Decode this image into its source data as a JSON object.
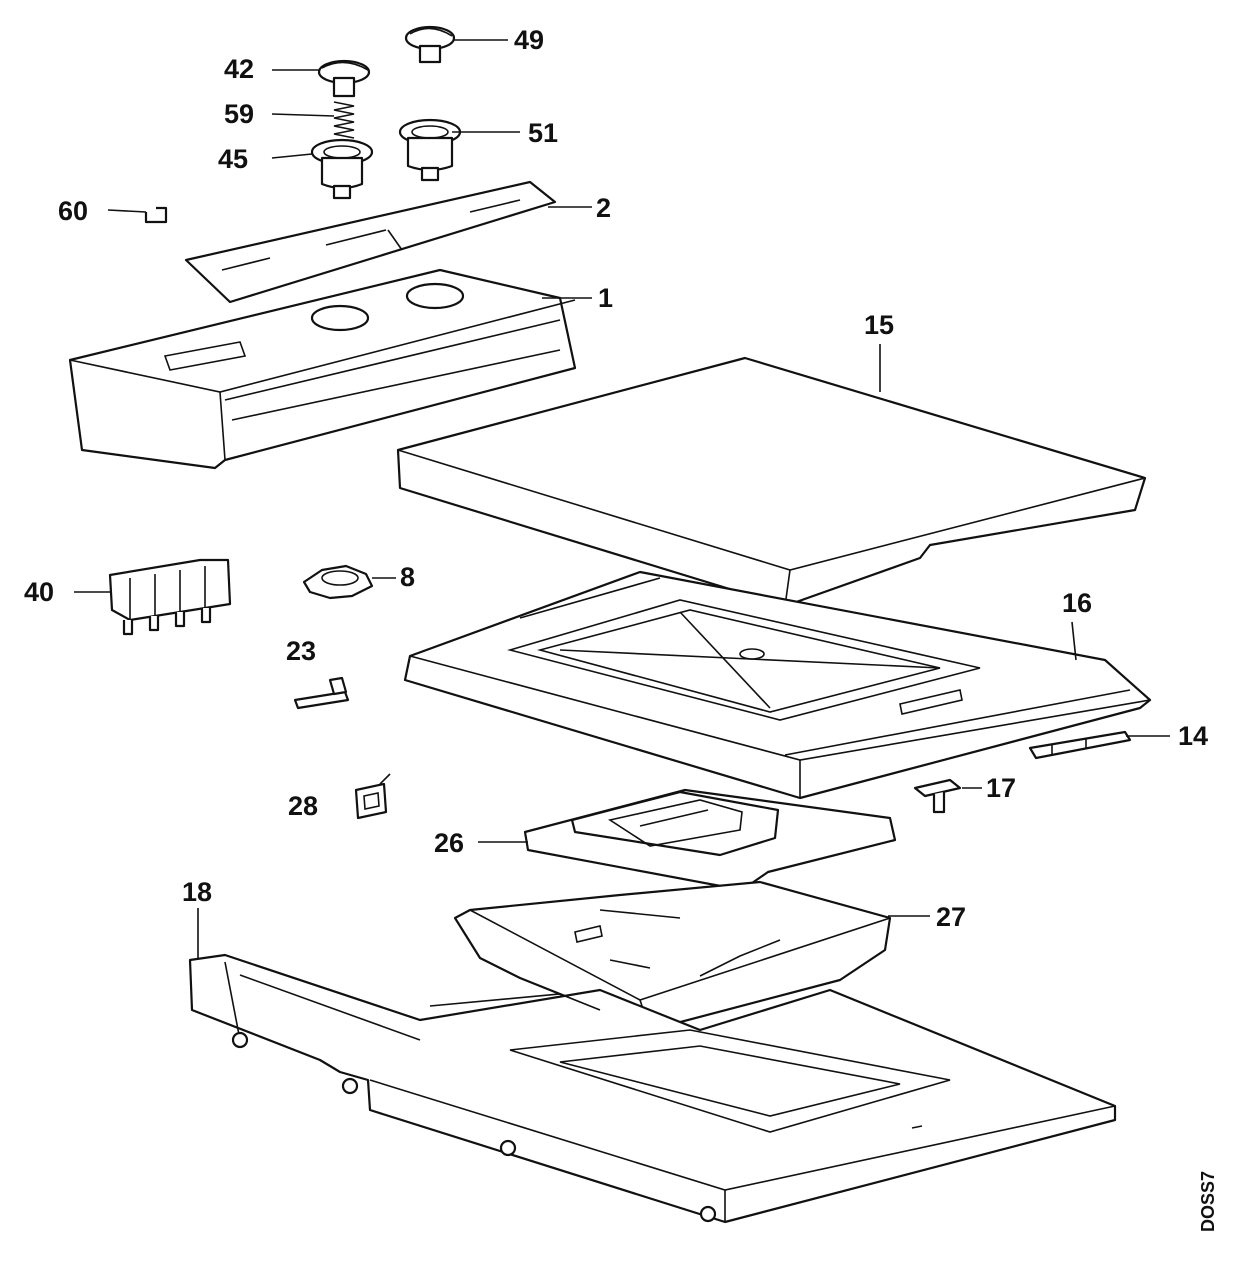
{
  "labels": {
    "p42": "42",
    "p49": "49",
    "p59": "59",
    "p51": "51",
    "p45": "45",
    "p60": "60",
    "p2": "2",
    "p1": "1",
    "p15": "15",
    "p40": "40",
    "p8": "8",
    "p16": "16",
    "p23": "23",
    "p14": "14",
    "p17": "17",
    "p28": "28",
    "p26": "26",
    "p18": "18",
    "p27": "27"
  },
  "drawing_code": "DOSS7"
}
